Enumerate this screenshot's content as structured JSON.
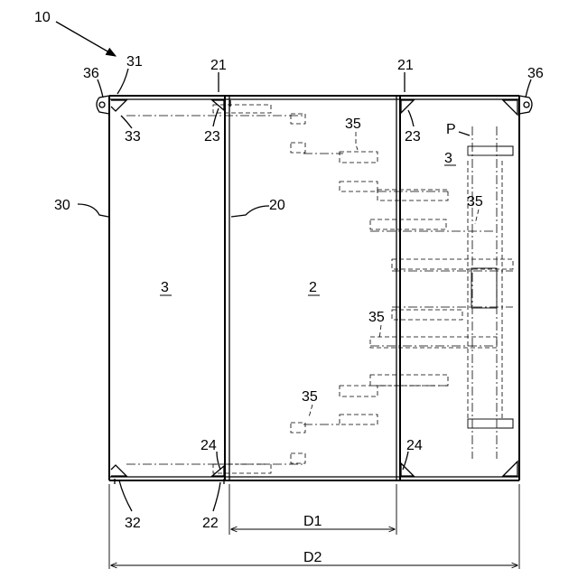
{
  "labels": {
    "assembly": "10",
    "panel_top_right": "21",
    "panel_top_left": "21",
    "hinge_top_left": "36",
    "hinge_top_right": "36",
    "frame_top_left": "31",
    "corner_ul_a": "33",
    "corner_ul_b": "23",
    "corner_ur": "23",
    "probe": "P",
    "right_region": "3",
    "rail_upper": "35",
    "rail_right": "35",
    "rail_mid": "35",
    "rail_lower": "35",
    "wall_left": "30",
    "wall_mid": "20",
    "left_region": "3",
    "middle_region": "2",
    "corner_bl": "24",
    "corner_br": "24",
    "bottom_left": "32",
    "bottom_mid": "22"
  },
  "dimensions": {
    "d1": "D1",
    "d2": "D2"
  }
}
